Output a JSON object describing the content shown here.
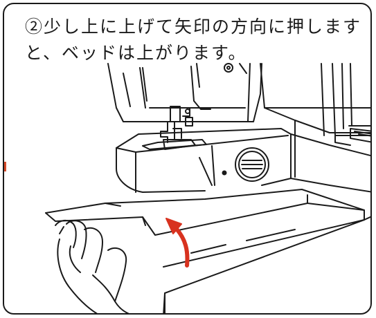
{
  "caption": {
    "line1": "②少し上に上げて矢印の方向に押します",
    "line2": "と、ベッドは上がります。"
  },
  "colors": {
    "line": "#1a1a1a",
    "arrow": "#d8321f",
    "background": "#ffffff"
  },
  "icons": {
    "arrow": "curved-up-arrow"
  }
}
